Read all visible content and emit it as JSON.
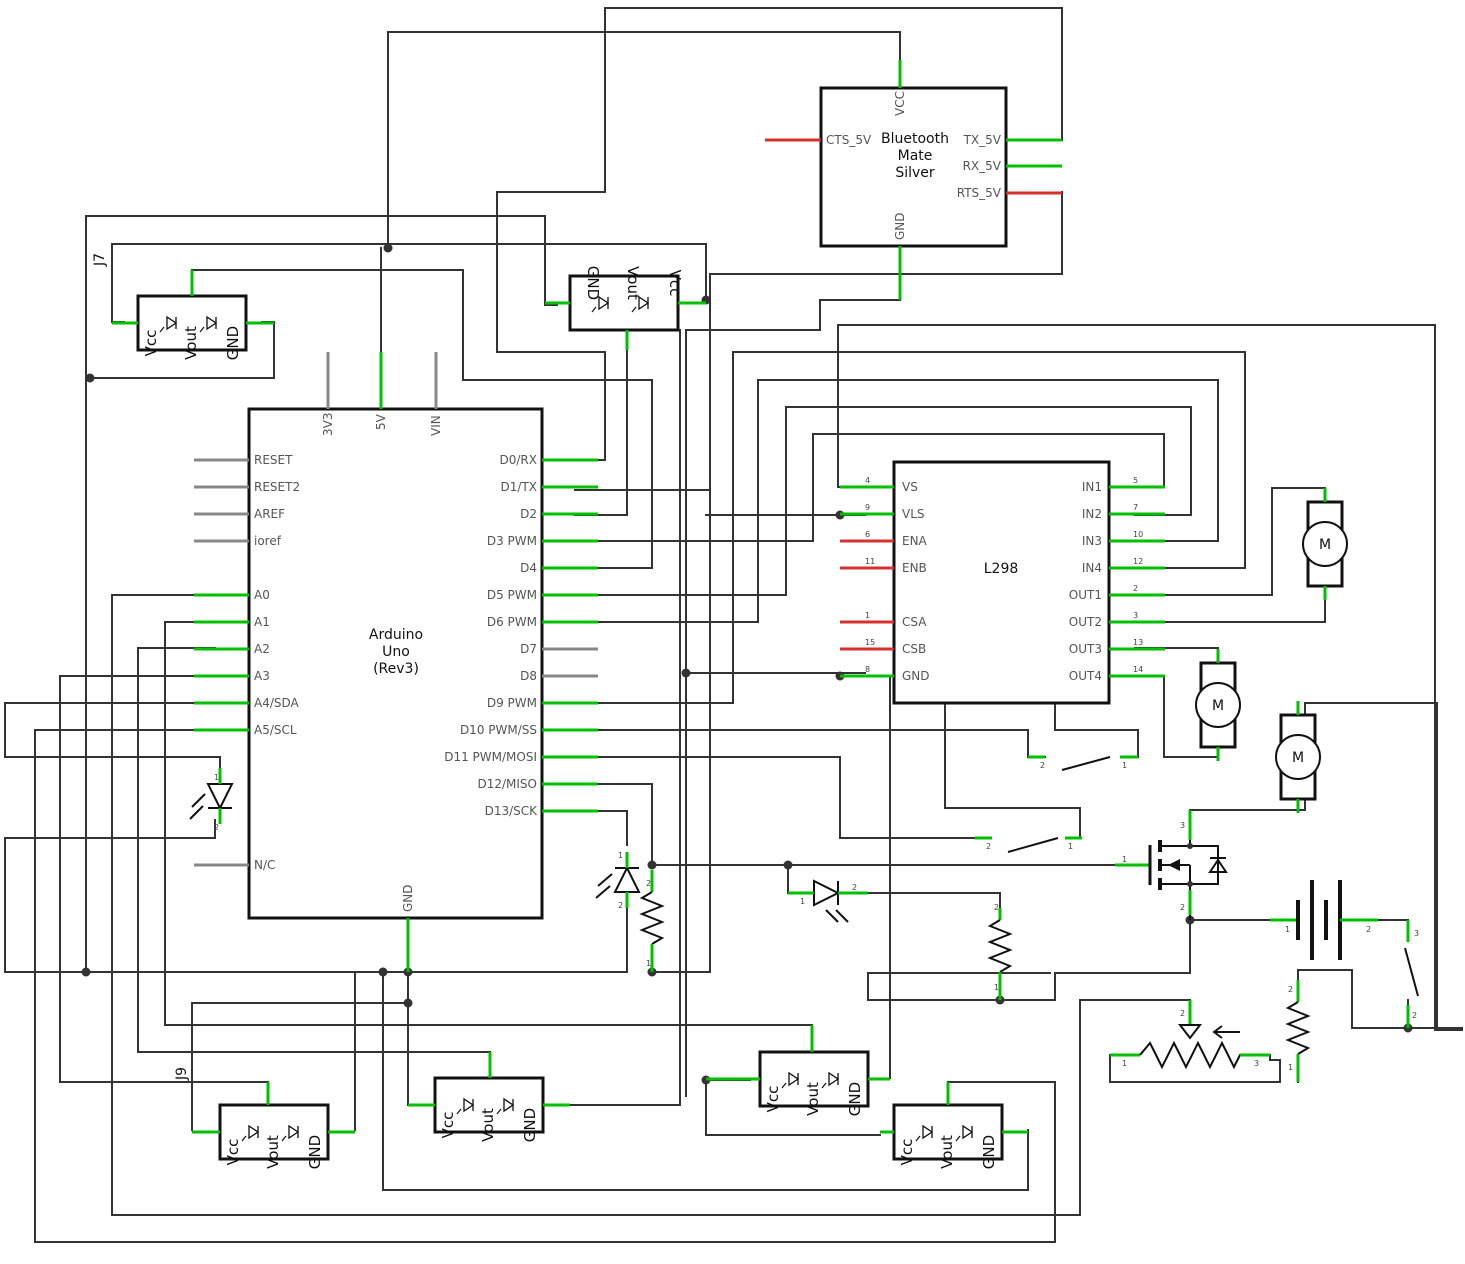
{
  "bluetooth": {
    "title_lines": [
      "Bluetooth",
      "Mate",
      "Silver"
    ],
    "pins": {
      "vcc": "VCC",
      "gnd": "GND",
      "cts": "CTS_5V",
      "tx": "TX_5V",
      "rx": "RX_5V",
      "rts": "RTS_5V"
    }
  },
  "arduino": {
    "title_lines": [
      "Arduino",
      "Uno",
      "(Rev3)"
    ],
    "top_pins": [
      "3V3",
      "5V",
      "VIN"
    ],
    "bottom_pin": "GND",
    "left_pins": [
      "RESET",
      "RESET2",
      "AREF",
      "ioref",
      "A0",
      "A1",
      "A2",
      "A3",
      "A4/SDA",
      "A5/SCL",
      "N/C"
    ],
    "right_pins": [
      "D0/RX",
      "D1/TX",
      "D2",
      "D3 PWM",
      "D4",
      "D5 PWM",
      "D6 PWM",
      "D7",
      "D8",
      "D9 PWM",
      "D10 PWM/SS",
      "D11 PWM/MOSI",
      "D12/MISO",
      "D13/SCK"
    ]
  },
  "l298": {
    "title": "L298",
    "left_pins": [
      "VS",
      "VLS",
      "ENA",
      "ENB",
      "CSA",
      "CSB",
      "GND"
    ],
    "left_pin_numbers": [
      "4",
      "9",
      "6",
      "11",
      "1",
      "15",
      "8"
    ],
    "right_pins": [
      "IN1",
      "IN2",
      "IN3",
      "IN4",
      "OUT1",
      "OUT2",
      "OUT3",
      "OUT4"
    ],
    "right_pin_numbers": [
      "5",
      "7",
      "10",
      "12",
      "2",
      "3",
      "13",
      "14"
    ]
  },
  "sensor_labels": {
    "vcc": "Vcc",
    "vout": "Vout",
    "gnd": "GND"
  },
  "connector_labels": {
    "j7": "J7",
    "j9": "J9"
  },
  "motor_label": "M",
  "pin_numbers": {
    "one": "1",
    "two": "2",
    "three": "3"
  }
}
